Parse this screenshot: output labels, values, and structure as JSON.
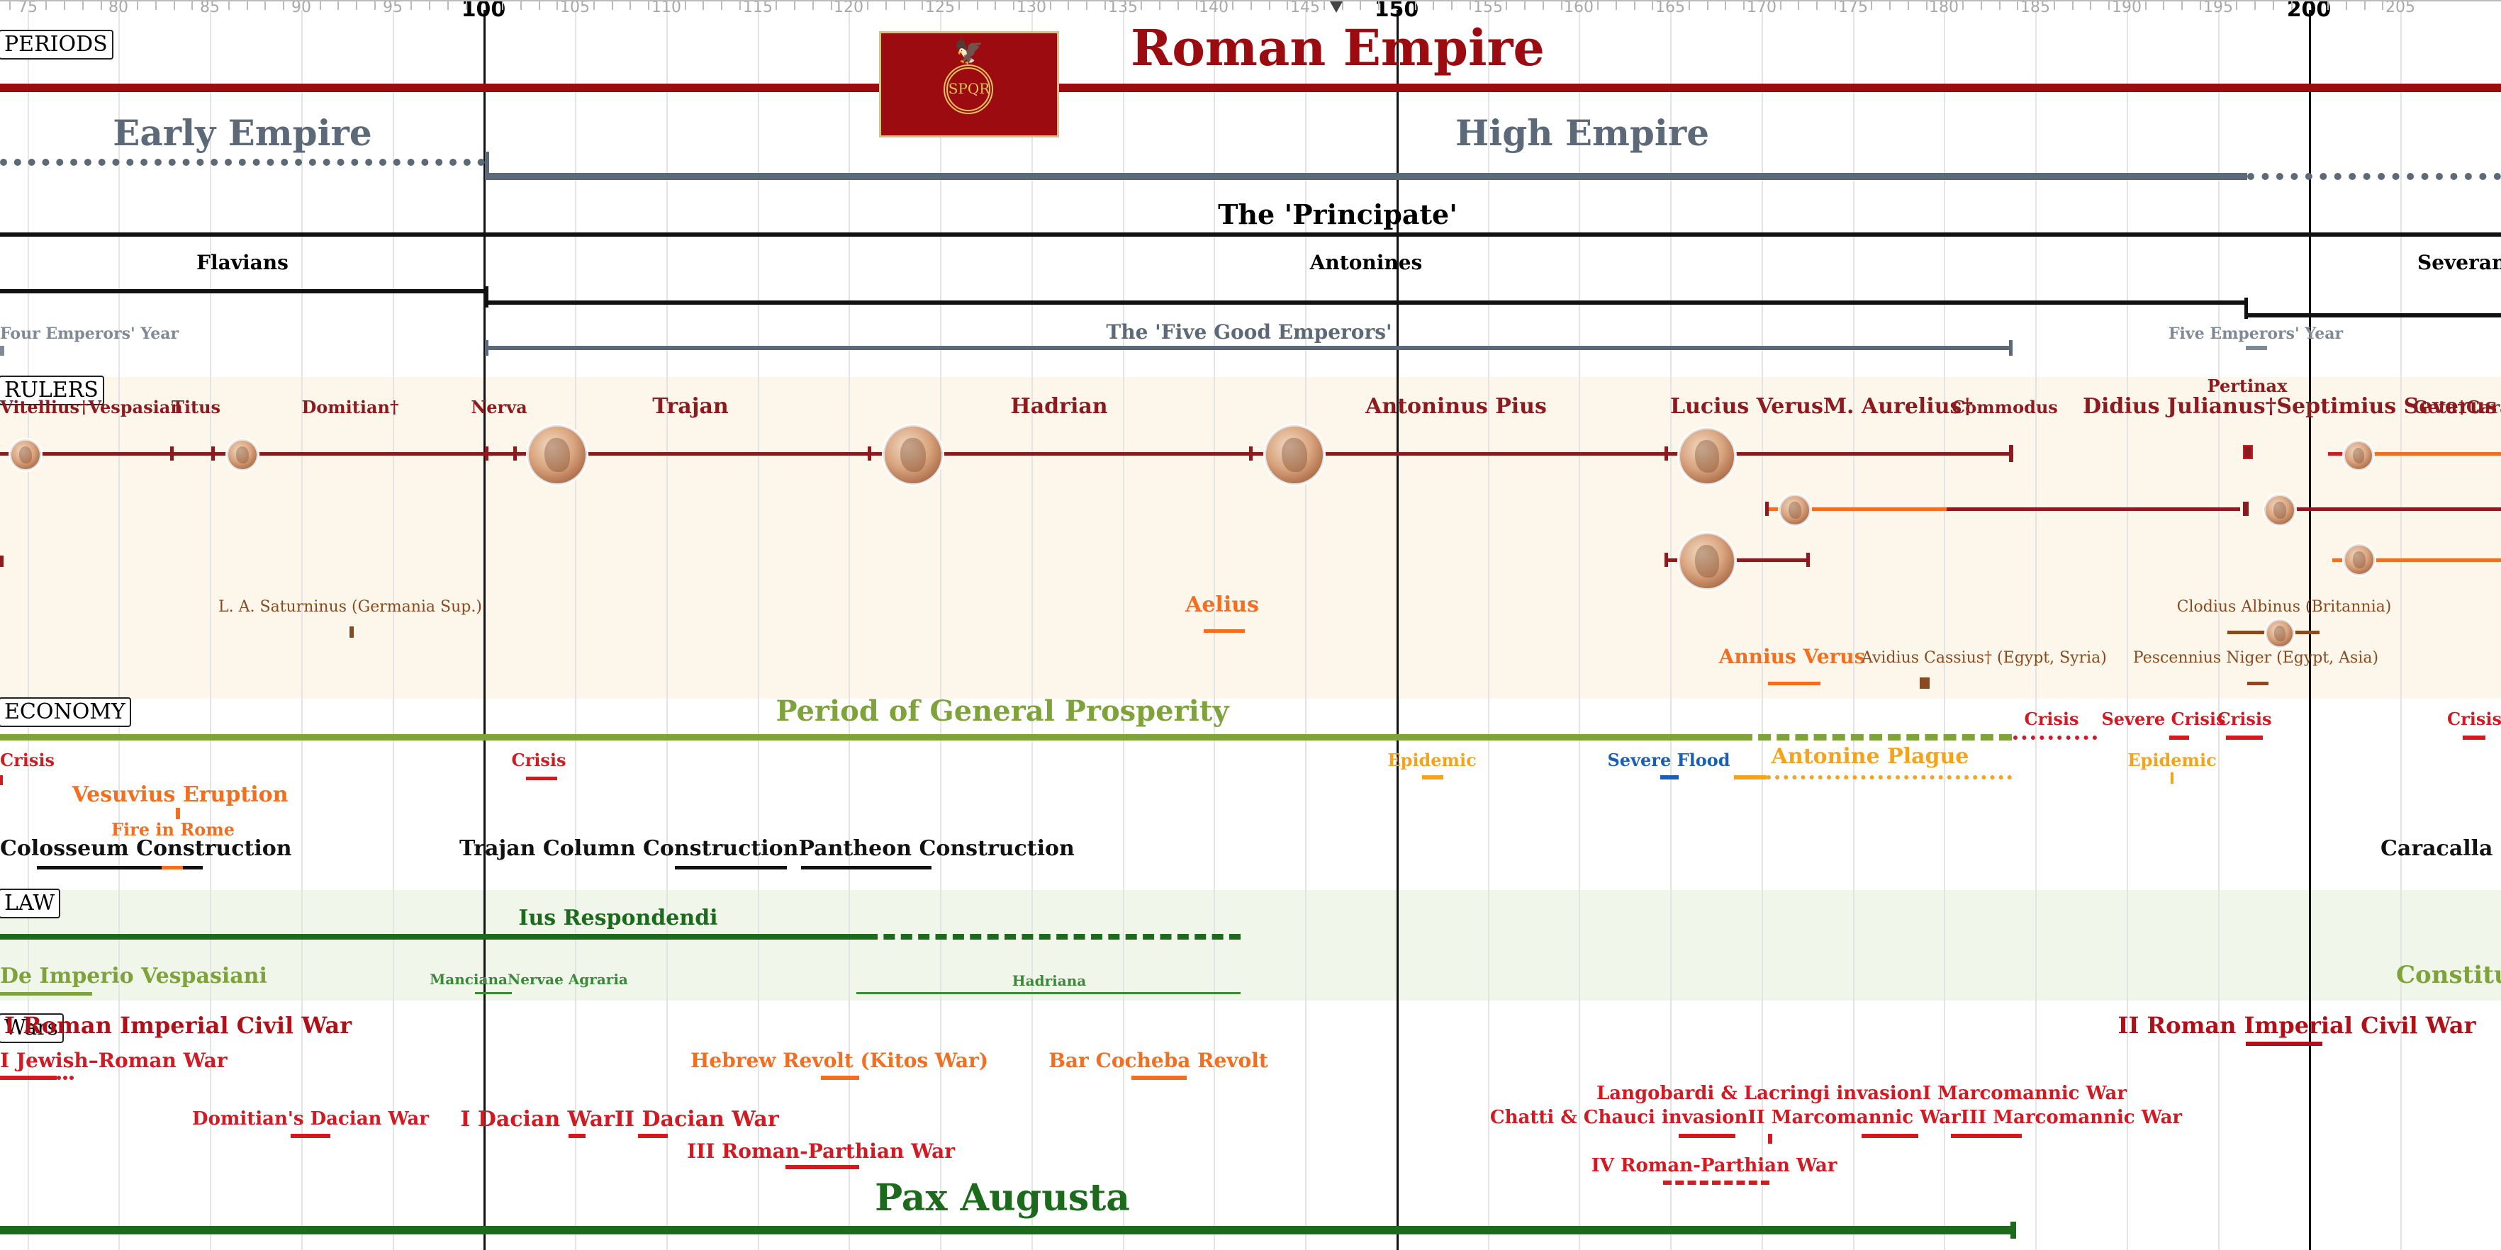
{
  "axis": {
    "ticks": [
      "75",
      "80",
      "85",
      "90",
      "95",
      "100",
      "105",
      "110",
      "115",
      "120",
      "125",
      "130",
      "135",
      "140",
      "145",
      "150",
      "155",
      "160",
      "165",
      "170",
      "175",
      "180",
      "185",
      "190",
      "195",
      "200",
      "205"
    ],
    "major_ticks": [
      "100",
      "150",
      "200"
    ]
  },
  "sections": {
    "periods": "PERIODS",
    "rulers": "RULERS",
    "economy": "ECONOMY",
    "law": "LAW",
    "wars": "Wars"
  },
  "header": {
    "title": "Roman Empire",
    "flag_text": "SPQR",
    "flag_icon": "spqr-eagle-banner-icon"
  },
  "periods": {
    "early_empire": "Early Empire",
    "high_empire": "High Empire",
    "principate": "The 'Principate'",
    "flavians": "Flavians",
    "antonines": "Antonines",
    "severans": "Severan",
    "four_emperors_year": "Four Emperors' Year",
    "five_good_emperors": "The 'Five Good Emperors'",
    "five_emperors_year": "Five Emperors' Year"
  },
  "rulers": {
    "vitellius_vespasian": "Vitellius†Vespasian",
    "titus": "Titus",
    "domitian": "Domitian†",
    "nerva": "Nerva",
    "trajan": "Trajan",
    "hadrian": "Hadrian",
    "antoninus_pius": "Antoninus Pius",
    "lucius_verus_aurelius": "Lucius VerusM. Aurelius†",
    "commodus": "Commodus",
    "pertinax": "Pertinax",
    "didius_septimius": "Didius Julianus†Septimius Severus",
    "geta_caracalla": "Geta†Caraca",
    "saturninus": "L. A. Saturninus (Germania Sup.)",
    "aelius": "Aelius",
    "clodius": "Clodius Albinus (Britannia)",
    "annius": "Annius Verus",
    "avidius": "Avidius Cassius† (Egypt, Syria)",
    "pescennius": "Pescennius Niger (Egypt, Asia)"
  },
  "economy": {
    "prosperity": "Period of General Prosperity",
    "crisis_1": "Crisis",
    "crisis_2": "Crisis",
    "crisis_3": "Crisis",
    "severe_crisis": "Severe Crisis",
    "crisis_4": "Crisis",
    "crisis_5": "Crisis",
    "vesuvius": "Vesuvius Eruption",
    "fire_rome": "Fire in Rome",
    "epidemic_1": "Epidemic",
    "severe_flood": "Severe Flood",
    "antonine_plague": "Antonine Plague",
    "epidemic_2": "Epidemic",
    "colosseum": "Colosseum Construction",
    "trajan_pantheon": "Trajan Column ConstructionPantheon Construction",
    "caracalla_baths": "Caracalla Ba"
  },
  "law": {
    "ius": "Ius Respondendi",
    "de_imperio": "De Imperio Vespasiani",
    "mancian_nervae": "MancianaNervae Agraria",
    "hadriana": "Hadriana",
    "constitutio": "Constitut"
  },
  "wars": {
    "civil_war_1": "I Roman Imperial Civil War",
    "jewish_war": "I Jewish–Roman War",
    "domitian_dacian": "Domitian's Dacian War",
    "dacian_wars": "I Dacian WarII Dacian War",
    "hebrew_revolt": "Hebrew Revolt (Kitos War)",
    "bar_cocheba": "Bar Cocheba Revolt",
    "parthian_3": "III Roman-Parthian War",
    "langobardi": "Langobardi & Lacringi invasionI Marcomannic War",
    "chatti": "Chatti & Chauci invasionII Marcomannic WarIII Marcomannic War",
    "parthian_4": "IV Roman-Parthian War",
    "civil_war_2": "II Roman Imperial Civil War",
    "pax": "Pax Augusta"
  },
  "colors": {
    "empire_red": "#9c0b10",
    "ruler_red": "#8c1a1f",
    "period_slate": "#5c6978",
    "orange": "#f26f21",
    "amber": "#f5a31a",
    "crisis_red": "#d11a22",
    "econ_green": "#7ea33b",
    "law_green": "#1c6b1c",
    "flood_blue": "#1a5fb4",
    "dark_brown": "#8a4a1f",
    "rulers_bg": "#fdf6ea",
    "law_bg": "#f1f6ea"
  }
}
